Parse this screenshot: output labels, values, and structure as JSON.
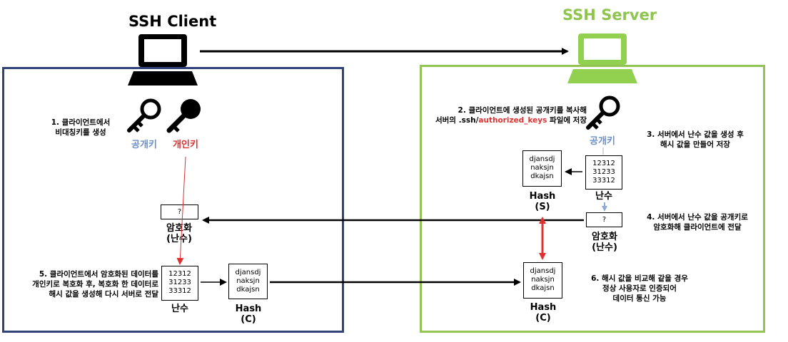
{
  "client": {
    "title": "SSH Client",
    "step1": [
      "1. 클라이언트에서",
      "비대칭키를 생성"
    ],
    "public_key_label": "공개키",
    "private_key_label": "개인키",
    "encrypted_box": "?",
    "encrypted_label": [
      "암호화",
      "(난수)"
    ],
    "step5": [
      "5. 클라이언트에서 암호화된 데이터를",
      "개인키로 복호화 후, 복호화 한 데이터로",
      "해시 값을 생성해 다시 서버로 전달"
    ],
    "random_box": [
      "12312",
      "31233",
      "33312"
    ],
    "random_label": "난수",
    "hash_box": [
      "djansdj",
      "naksjn",
      "dkajsn"
    ],
    "hash_label": [
      "Hash",
      "(C)"
    ]
  },
  "server": {
    "title": "SSH Server",
    "step2": {
      "line1": "2. 클라이언트에 생성된 공개키를 복사해",
      "line2_prefix": "서버의 .ssh/",
      "line2_highlight": "authorized_keys",
      "line2_suffix": " 파일에 저장"
    },
    "public_key_label": "공개키",
    "step3": [
      "3. 서버에서 난수 값을 생성 후",
      "해시 값을 만들어 저장"
    ],
    "random_box": [
      "12312",
      "31233",
      "33312"
    ],
    "random_label": "난수",
    "hash_s_box": [
      "djansdj",
      "naksjn",
      "dkajsn"
    ],
    "hash_s_label": [
      "Hash",
      "(S)"
    ],
    "encrypted_box": "?",
    "step4": [
      "4. 서버에서 난수 값을 공개키로",
      "암호화해 클라이언트에 전달"
    ],
    "encrypted_label": [
      "암호화",
      "(난수)"
    ],
    "hash_c_box": [
      "djansdj",
      "naksjn",
      "dkajsn"
    ],
    "hash_c_label": [
      "Hash",
      "(C)"
    ],
    "step6": [
      "6. 해시 값을 비교해 같을 경우",
      "정상 사용자로 인증되어",
      "데이터 통신 가능"
    ]
  },
  "colors": {
    "client_frame": "#2f4378",
    "server_frame": "#92c353",
    "server_title": "#8fc44f",
    "public_key": "#6b8fc9",
    "private_key": "#e03131",
    "red_arrow": "#e03131",
    "blue_arrow": "#8ea8d8"
  }
}
